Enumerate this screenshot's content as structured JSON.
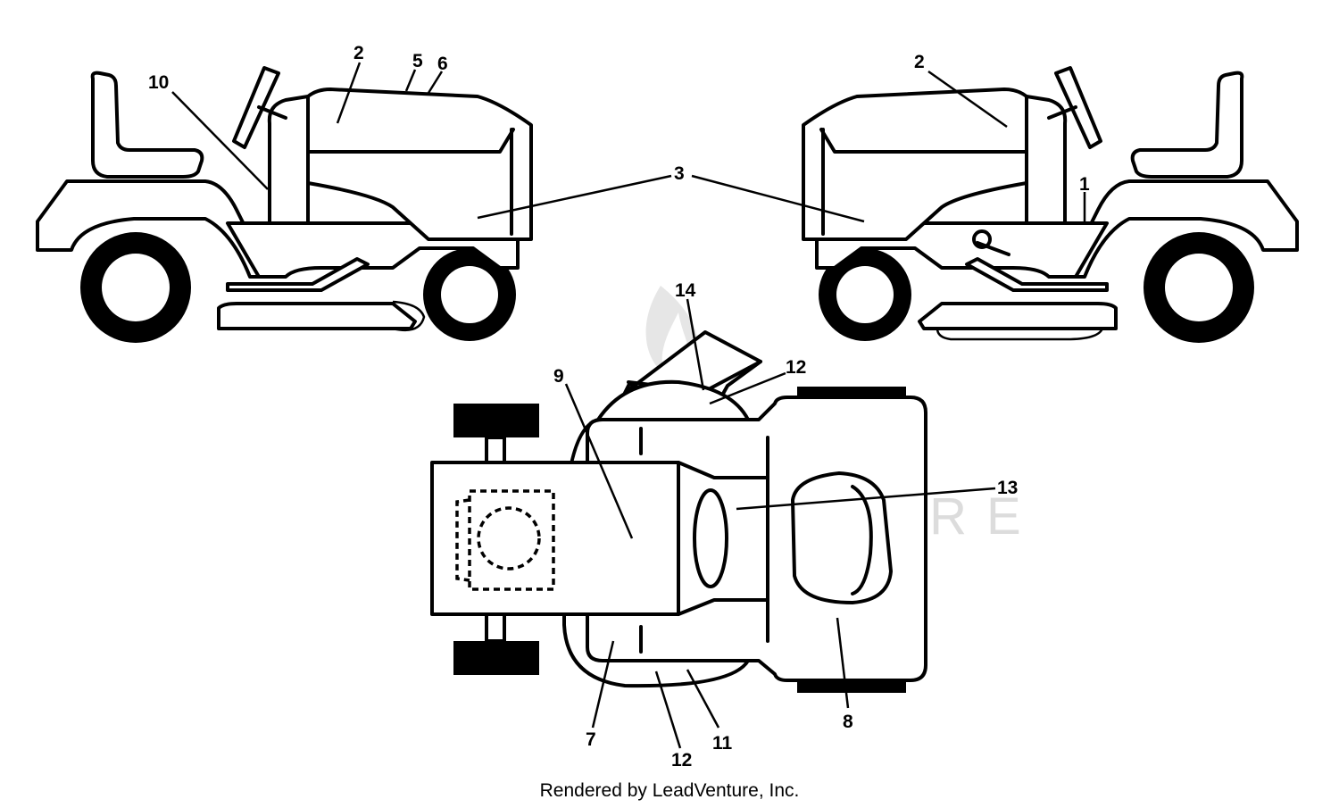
{
  "callouts": {
    "c1": "1",
    "c2a": "2",
    "c2b": "2",
    "c3": "3",
    "c5": "5",
    "c6": "6",
    "c7": "7",
    "c8": "8",
    "c9": "9",
    "c10": "10",
    "c11": "11",
    "c12a": "12",
    "c12b": "12",
    "c13": "13",
    "c14": "14"
  },
  "watermark": "LEADVENTURE",
  "footer": "Rendered by LeadVenture, Inc."
}
